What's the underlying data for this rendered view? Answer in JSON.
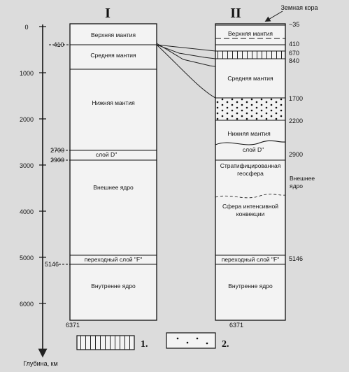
{
  "axis": {
    "label": "Глубина, км",
    "ticks": [
      "0",
      "1000",
      "2000",
      "3000",
      "4000",
      "5000",
      "6000"
    ]
  },
  "column_1": {
    "title": "I",
    "layers": [
      {
        "label": "Верхняя мантия",
        "top_km": 0,
        "bottom_km": 410
      },
      {
        "label": "Средняя мантия",
        "top_km": 410,
        "bottom_km": 1000
      },
      {
        "label": "Нижняя мантия",
        "top_km": 1000,
        "bottom_km": 2700
      },
      {
        "label": "слой D\"",
        "top_km": 2700,
        "bottom_km": 2900
      },
      {
        "label": "Внешнее ядро",
        "top_km": 2900,
        "bottom_km": 5000
      },
      {
        "label": "переходный слой \"F\"",
        "top_km": 5000,
        "bottom_km": 5146
      },
      {
        "label": "Внутренне ядро",
        "top_km": 5146,
        "bottom_km": 6371
      }
    ],
    "depth_labels": [
      "410",
      "2700",
      "2900",
      "5146",
      "6371"
    ]
  },
  "column_2": {
    "title": "II",
    "crust_label": "Земная кора",
    "layers": [
      {
        "label": "Верхняя мантия",
        "top_km": 35,
        "bottom_km": 410
      },
      {
        "label": "Средняя мантия",
        "top_km": 840,
        "bottom_km": 1700
      },
      {
        "label": "Нижняя мантия",
        "top_km": 2200,
        "bottom_km": 2700
      },
      {
        "label": "слой D\"",
        "top_km": 2700,
        "bottom_km": 2900
      },
      {
        "label": "Стратифицированная геосфера",
        "top_km": 2900,
        "bottom_km": 3400
      },
      {
        "label": "Внешнее ядро",
        "top_km": 2900,
        "bottom_km": 3400
      },
      {
        "label": "Сфера интенсивной конвекции",
        "top_km": 3400,
        "bottom_km": 5000
      },
      {
        "label": "переходный слой \"F\"",
        "top_km": 5000,
        "bottom_km": 5146
      },
      {
        "label": "Внутренне ядро",
        "top_km": 5146,
        "bottom_km": 6371
      }
    ],
    "depth_labels": [
      "~35",
      "410",
      "670",
      "840",
      "1700",
      "2200",
      "2900",
      "5146",
      "6371"
    ]
  },
  "legend": [
    {
      "number": "1.",
      "pattern": "vertical-hatch"
    },
    {
      "number": "2.",
      "pattern": "dots"
    }
  ]
}
